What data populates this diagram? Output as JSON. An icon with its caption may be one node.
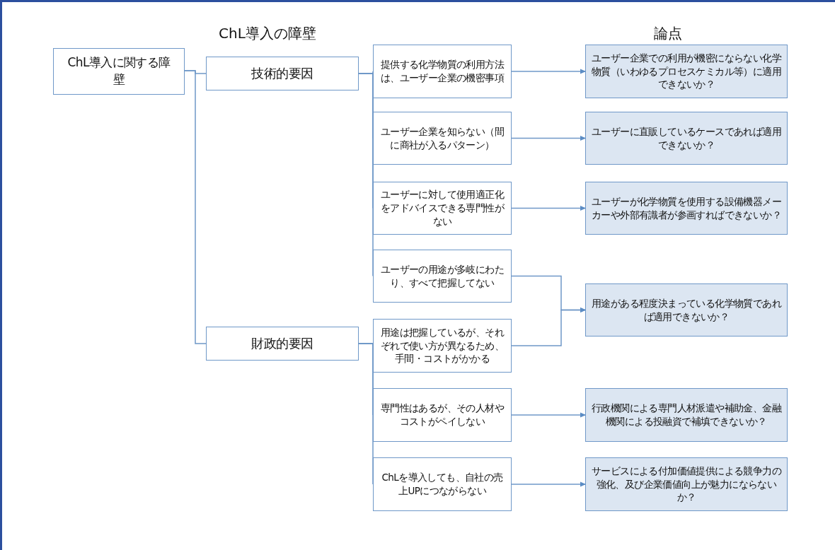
{
  "diagram": {
    "nodes": [
      {
        "text": [
          "ChL導入に関する障壁"
        ]
      },
      {
        "text": [
          "技術的要因"
        ]
      },
      {
        "text": [
          "財政的要因"
        ]
      },
      {
        "text": [
          "提供する化学物質の利用方法は、ユーザー企業の機密事項"
        ]
      },
      {
        "text": [
          "ユーザー企業を知らない（間に商社が入るパターン）"
        ]
      },
      {
        "text": [
          "ユーザーに対して使用適正化をアドバイスできる専門性がない"
        ]
      },
      {
        "text": [
          "ユーザーの用途が多岐にわたり、すべて把握してない"
        ]
      },
      {
        "text": [
          "用途は把握しているが、それぞれで使い方が異なるため、手間・コストがかかる"
        ]
      },
      {
        "text": [
          "専門性はあるが、その人材やコストがペイしない"
        ]
      },
      {
        "text": [
          "ChLを導入しても、自社の売上UPにつながらない"
        ]
      },
      {
        "text": [
          "ユーザー企業での利用が機密にならない化学物質（いわゆるプロセスケミカル等）に適用できないか？"
        ]
      },
      {
        "text": [
          "ユーザーに直販しているケースであれば適用できないか？"
        ]
      },
      {
        "text": [
          "ユーザーが化学物質を使用する設備機器メーカーや外部有識者が参画すればできないか？"
        ]
      },
      {
        "text": [
          "用途がある程度決まっている化学物質であれば適用できないか？"
        ]
      },
      {
        "text": [
          "行政機関による専門人材派遣や補助金、金融機関による投融資で補填できないか？"
        ]
      },
      {
        "text": [
          "サービスによる付加価値提供による競争力の強化、及び企業価値向上が魅力にならないか？"
        ]
      }
    ],
    "edges": [
      {
        "from": 0,
        "to": 1,
        "arrow": "none"
      },
      {
        "from": 0,
        "to": 2,
        "arrow": "none"
      },
      {
        "from": 1,
        "to": 3,
        "arrow": "none"
      },
      {
        "from": 1,
        "to": 4,
        "arrow": "none"
      },
      {
        "from": 1,
        "to": 5,
        "arrow": "none"
      },
      {
        "from": 1,
        "to": 6,
        "arrow": "none"
      },
      {
        "from": 2,
        "to": 7,
        "arrow": "none"
      },
      {
        "from": 2,
        "to": 8,
        "arrow": "none"
      },
      {
        "from": 2,
        "to": 9,
        "arrow": "none"
      },
      {
        "from": 3,
        "to": 10,
        "arrow": "to"
      },
      {
        "from": 4,
        "to": 11,
        "arrow": "to"
      },
      {
        "from": 5,
        "to": 12,
        "arrow": "to"
      },
      {
        "from": 6,
        "to": 13,
        "arrow": "to"
      },
      {
        "from": 7,
        "to": 13,
        "arrow": "to"
      },
      {
        "from": 8,
        "to": 14,
        "arrow": "to"
      },
      {
        "from": 9,
        "to": 15,
        "arrow": "to"
      }
    ],
    "labels": [
      "ChL導入の障壁",
      "論点"
    ]
  }
}
